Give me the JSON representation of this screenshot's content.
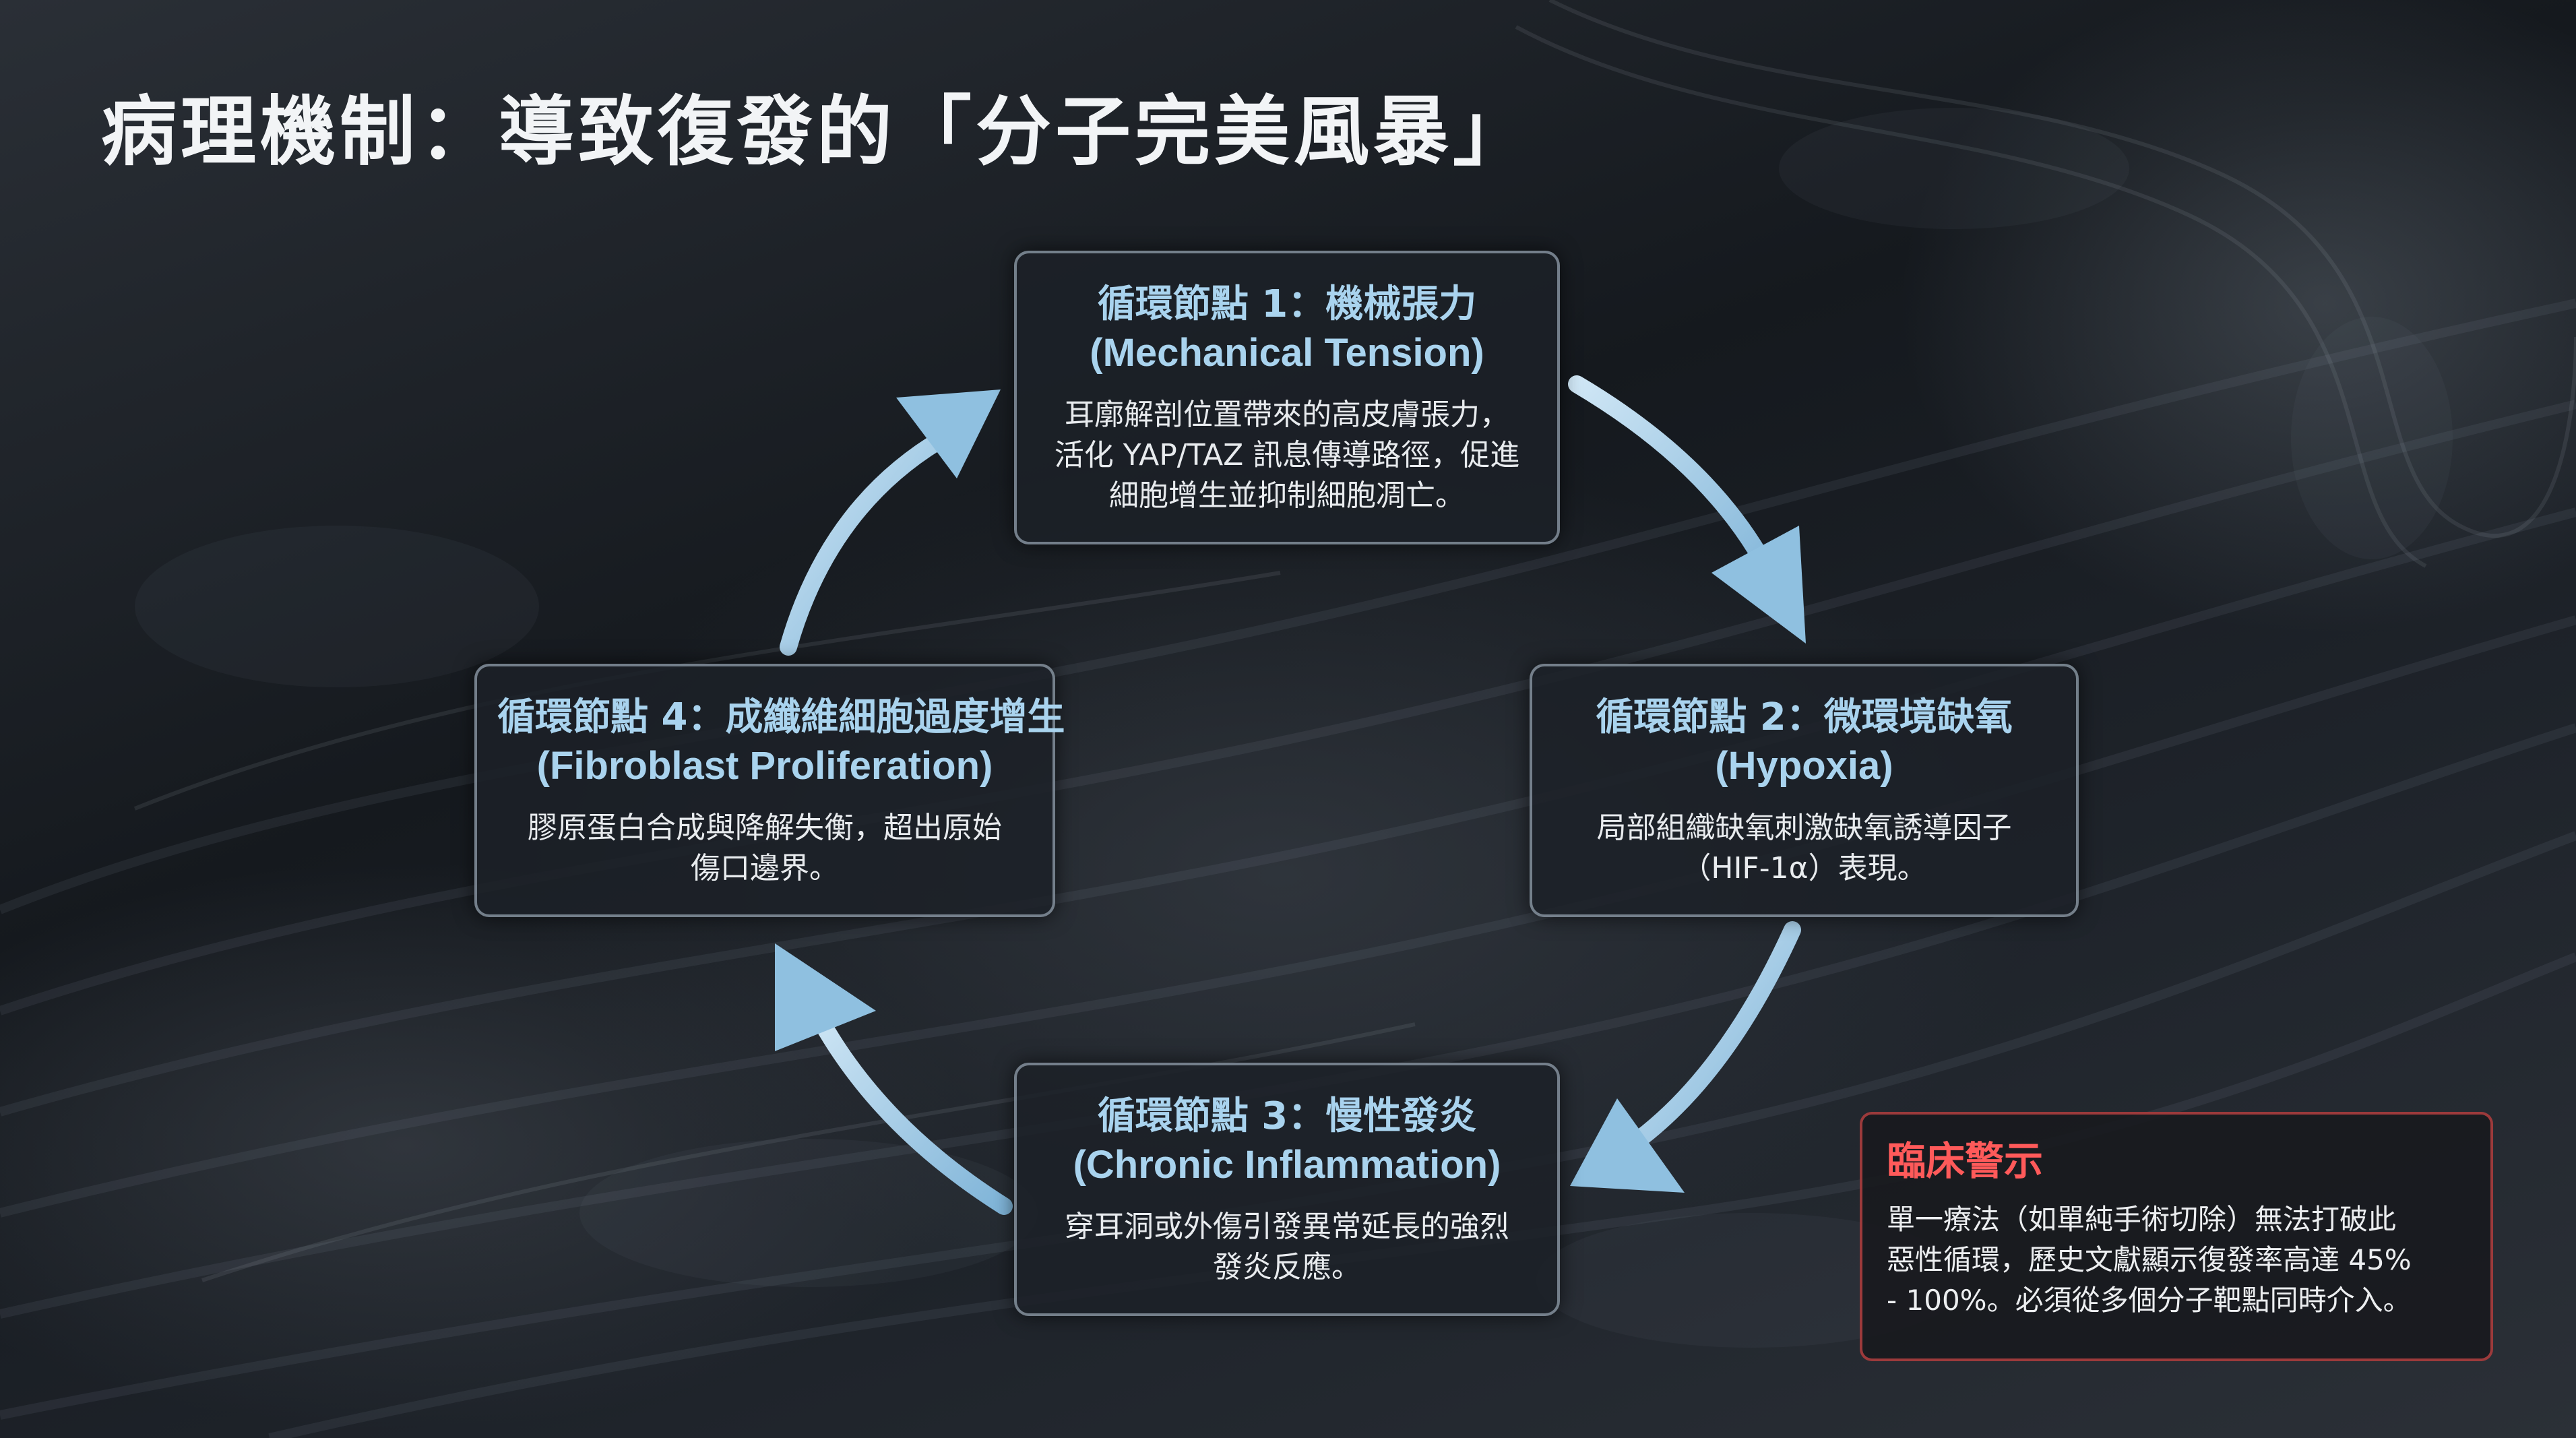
{
  "title": "病理機制：導致復發的「分子完美風暴」",
  "nodes": [
    {
      "heading": "循環節點 1：機械張力",
      "subheading": "(Mechanical Tension)",
      "body": [
        "耳廓解剖位置帶來的高皮膚張力，",
        "活化 YAP/TAZ 訊息傳導路徑，促進",
        "細胞增生並抑制細胞凋亡。"
      ]
    },
    {
      "heading": "循環節點 2：微環境缺氧",
      "subheading": "(Hypoxia)",
      "body": [
        "局部組織缺氧刺激缺氧誘導因子",
        "（HIF-1α）表現。"
      ]
    },
    {
      "heading": "循環節點 3：慢性發炎",
      "subheading": "(Chronic Inflammation)",
      "body": [
        "穿耳洞或外傷引發異常延長的強烈",
        "發炎反應。"
      ]
    },
    {
      "heading": "循環節點 4：成纖維細胞過度增生",
      "subheading": "(Fibroblast Proliferation)",
      "body": [
        "膠原蛋白合成與降解失衡，超出原始",
        "傷口邊界。"
      ]
    }
  ],
  "warning": {
    "title": "臨床警示",
    "body": [
      "單一療法（如單純手術切除）無法打破此",
      "惡性循環，歷史文獻顯示復發率高達 45%",
      "- 100%。必須從多個分子靶點同時介入。"
    ]
  },
  "colors": {
    "heading": "#a9d3ee",
    "arrow": "#9cc9e6",
    "warning_title": "#ff5a5a",
    "warning_border": "#c84646"
  }
}
